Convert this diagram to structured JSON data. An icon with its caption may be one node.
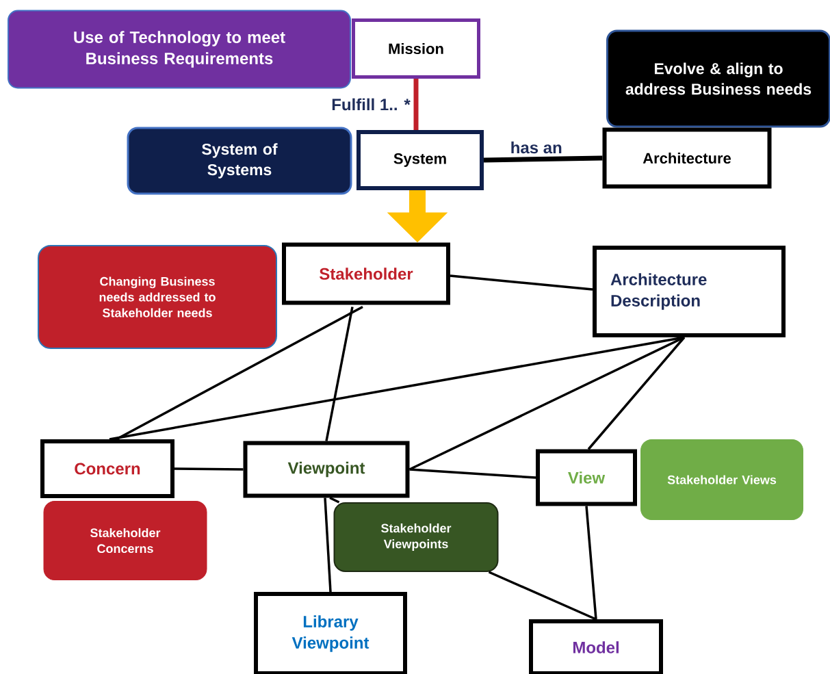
{
  "diagram": {
    "nodes": [
      {
        "text": [
          "Use of Technology to meet Business Requirements"
        ]
      },
      {
        "text": [
          "Mission"
        ]
      },
      {
        "text": [
          "Evolve & align to address Business needs"
        ]
      },
      {
        "text": [
          "System of Systems"
        ]
      },
      {
        "text": [
          "System"
        ]
      },
      {
        "text": [
          "Architecture"
        ]
      },
      {
        "text": [
          "Changing Business needs addressed to Stakeholder needs"
        ]
      },
      {
        "text": [
          "Stakeholder"
        ]
      },
      {
        "text": [
          "Architecture Description"
        ]
      },
      {
        "text": [
          "Concern"
        ]
      },
      {
        "text": [
          "Viewpoint"
        ]
      },
      {
        "text": [
          "View"
        ]
      },
      {
        "text": [
          "Stakeholder Views"
        ]
      },
      {
        "text": [
          "Stakeholder Concerns"
        ]
      },
      {
        "text": [
          "Stakeholder Viewpoints"
        ]
      },
      {
        "text": [
          "Library Viewpoint"
        ]
      },
      {
        "text": [
          "Model"
        ]
      }
    ],
    "edges": [
      {
        "from": 1,
        "to": 4,
        "arrow": "none",
        "label": "Fulfill 1.. *",
        "style": "thick",
        "color": "#c0202a"
      },
      {
        "from": 4,
        "to": 5,
        "arrow": "none",
        "label": "has an",
        "style": "thick"
      },
      {
        "from": 4,
        "to": 7,
        "arrow": "to",
        "style": "thick",
        "color": "#ffc000"
      },
      {
        "from": 7,
        "to": 8,
        "arrow": "none"
      },
      {
        "from": 7,
        "to": 9,
        "arrow": "none"
      },
      {
        "from": 7,
        "to": 10,
        "arrow": "none"
      },
      {
        "from": 8,
        "to": 9,
        "arrow": "none"
      },
      {
        "from": 8,
        "to": 10,
        "arrow": "none"
      },
      {
        "from": 8,
        "to": 11,
        "arrow": "none"
      },
      {
        "from": 9,
        "to": 10,
        "arrow": "none"
      },
      {
        "from": 10,
        "to": 11,
        "arrow": "none"
      },
      {
        "from": 10,
        "to": 15,
        "arrow": "none"
      },
      {
        "from": 10,
        "to": 14,
        "arrow": "none"
      },
      {
        "from": 14,
        "to": 16,
        "arrow": "none"
      },
      {
        "from": 11,
        "to": 16,
        "arrow": "none"
      }
    ]
  }
}
